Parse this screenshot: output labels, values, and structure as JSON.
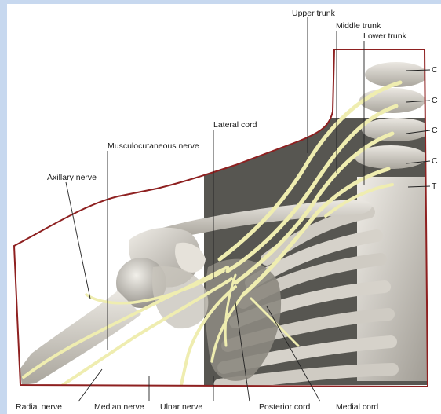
{
  "labels": {
    "upper_trunk": "Upper trunk",
    "middle_trunk": "Middle trunk",
    "lower_trunk": "Lower trunk",
    "lateral_cord": "Lateral cord",
    "musculocutaneous_nerve": "Musculocutaneous nerve",
    "axillary_nerve": "Axillary nerve",
    "radial_nerve": "Radial nerve",
    "median_nerve": "Median nerve",
    "ulnar_nerve": "Ulnar nerve",
    "posterior_cord": "Posterior cord",
    "medial_cord": "Medial cord",
    "root_c1": "C",
    "root_c2": "C",
    "root_c3": "C",
    "root_c4": "C",
    "root_t": "T"
  },
  "colors": {
    "frame": "#c7d8ef",
    "region_outline": "#8e2020",
    "nerve": "#efedb0",
    "bone": "#d4d0c8"
  }
}
